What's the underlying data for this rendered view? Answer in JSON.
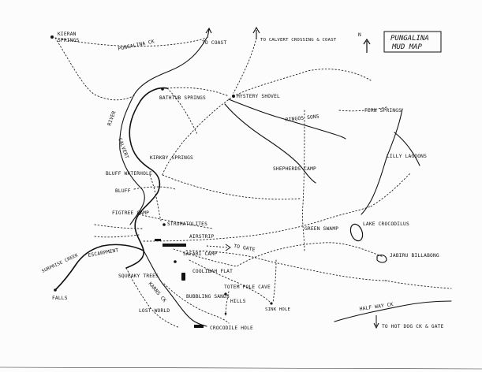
{
  "map": {
    "title_line1": "PUNGALINA",
    "title_line2": "MUD MAP",
    "north_label": "N",
    "places": {
      "kieran_springs": "KIERAN SPRINGS",
      "pungalina_ck": "PUNGALINA CK",
      "to_coast": "TO COAST",
      "to_calvert": "TO CALVERT CROSSING & COAST",
      "bathtub_springs": "BATHTUB SPRINGS",
      "mystery_shovel": "MYSTERY SHOVEL",
      "ringos_sons": "RINGOS SONS",
      "fern_springs": "FERN SPRINGS",
      "lilly_lagoons": "LILLY LAGOONS",
      "calvert_river_1": "RIVER",
      "calvert_river_2": "CALVERT",
      "kirkby_springs": "KIRKBY SPRINGS",
      "bluff_waterhole": "BLUFF WATERHOLE",
      "bluff": "BLUFF",
      "shepherds_camp": "SHEPHERDS CAMP",
      "fig_tree_camp": "FIGTREE CAMP",
      "stromatolites": "STROMATOLITES",
      "green_swamp": "GREEN SWAMP",
      "lake_crocodilus": "LAKE CROCODILUS",
      "airstrip": "AIRSTRIP",
      "to_gate": "TO GATE",
      "escarpment": "ESCARPMENT",
      "safari_camp": "SAFARI CAMP",
      "jabiru_billabong": "JABIRU BILLABONG",
      "surprise_creek": "SURPRISE CREEK",
      "falls": "FALLS",
      "squeaky_trees": "SQUEAKY TREES",
      "coolibah_flat": "COOLIBAH FLAT",
      "totem_pole_cave": "TOTEM POLE CAVE",
      "hills": "HILLS",
      "karns_ck": "KARNS CK",
      "bubbling_sands": "BUBBLING SANDS",
      "lost_world": "LOST WORLD",
      "sink_hole": "SINK HOLE",
      "half_way_ck": "HALF WAY CK",
      "crocodile_hole": "CROCODILE HOLE",
      "to_hot_dog": "TO HOT DOG CK & GATE"
    }
  }
}
